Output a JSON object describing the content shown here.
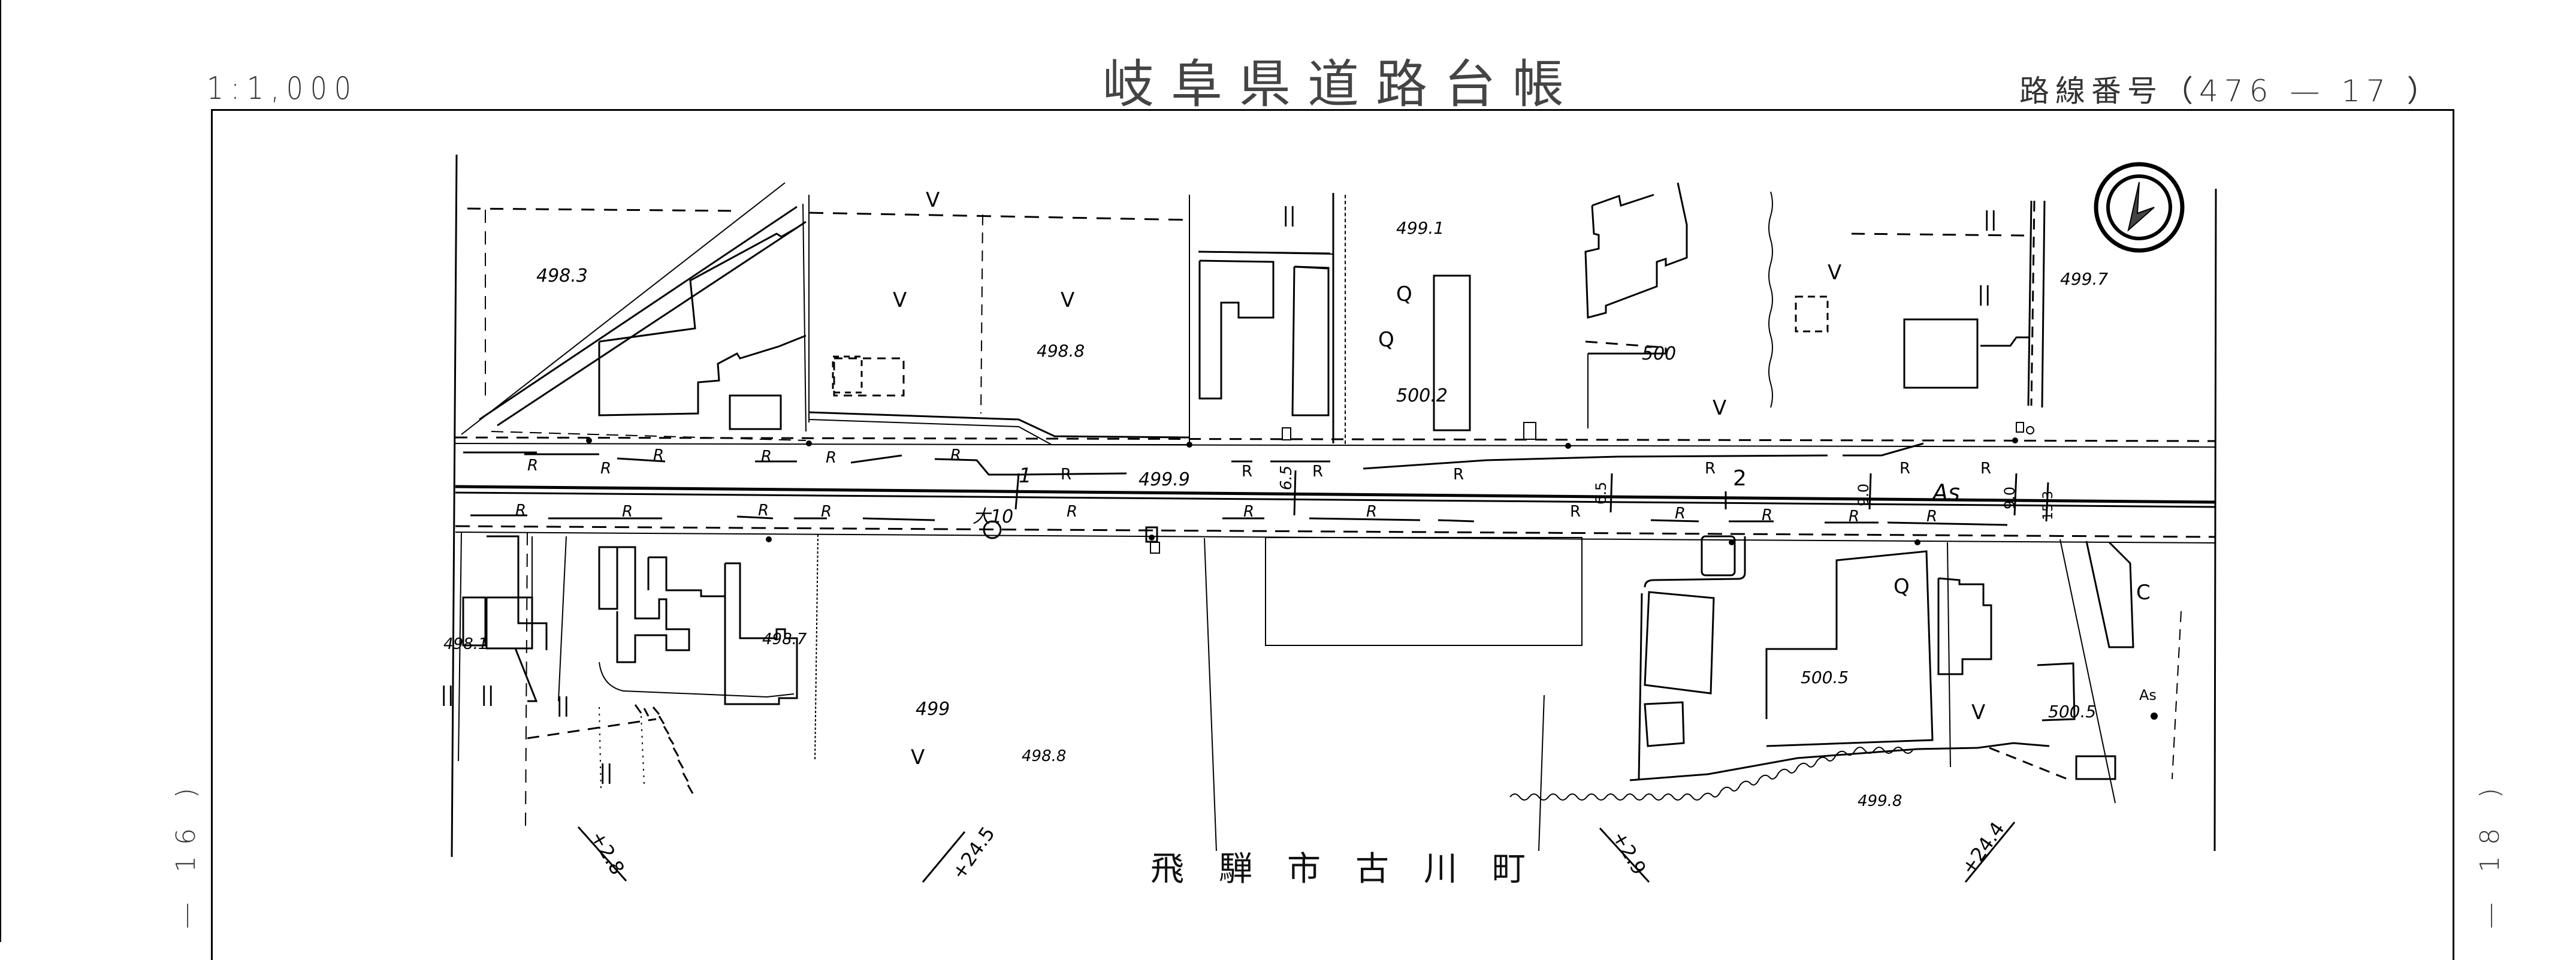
{
  "header": {
    "scale": "1:1,000",
    "title": "岐阜県道路台帳",
    "route_number": "路線番号（476 — 17 ）"
  },
  "sheet_links": {
    "previous": "— 16 )",
    "next": "— 18 )"
  },
  "town_name": "飛騨市古川町",
  "north_arrow": {
    "icon": "north-arrow-icon"
  },
  "road": {
    "surface_label": "As",
    "station_marks": [
      "1",
      "2"
    ],
    "milestone": "大10",
    "widths": [
      {
        "label": "6.5",
        "position": "near-station-1"
      },
      {
        "label": "6.5",
        "position": "before-station-2"
      },
      {
        "label": "9.0",
        "position": "east-1"
      },
      {
        "label": "9.0",
        "position": "east-2"
      },
      {
        "label": "15.3",
        "position": "east-end"
      }
    ]
  },
  "elevations": [
    {
      "value": "498.3",
      "area": "north-west"
    },
    {
      "value": "498.8",
      "area": "north-west-field"
    },
    {
      "value": "499.1",
      "area": "north-center"
    },
    {
      "value": "500.2",
      "area": "north-center-building"
    },
    {
      "value": "500",
      "area": "north-east-contour"
    },
    {
      "value": "499.7",
      "area": "north-east"
    },
    {
      "value": "499.9",
      "area": "road-center"
    },
    {
      "value": "498.1",
      "area": "south-west"
    },
    {
      "value": "498.7",
      "area": "south-west-center"
    },
    {
      "value": "499",
      "area": "south-contour"
    },
    {
      "value": "498.8",
      "area": "south-field"
    },
    {
      "value": "500.5",
      "area": "south-east-1"
    },
    {
      "value": "500.5",
      "area": "south-east-2"
    },
    {
      "value": "499.8",
      "area": "south-east-bottom"
    }
  ],
  "land_use_symbols": {
    "field": "V",
    "rice_paddy": "||",
    "residential": "Q",
    "retaining_wall": "R",
    "shrine": "C",
    "asphalt_point": "As"
  },
  "boundary_offsets": [
    "+2.8",
    "+24.5",
    "+2.9",
    "+24.4"
  ]
}
